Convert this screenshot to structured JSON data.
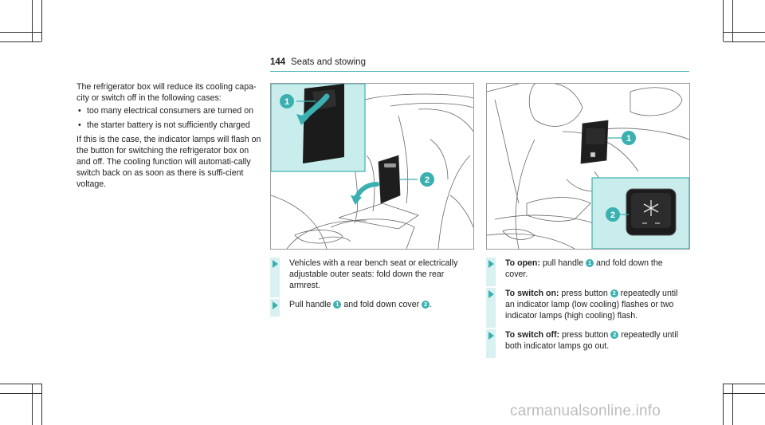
{
  "header": {
    "page_number": "144",
    "section_title": "Seats and stowing"
  },
  "intro": {
    "para1": "The refrigerator box will reduce its cooling capa-city or switch off in the following cases:",
    "bullets": [
      "too many electrical consumers are turned on",
      "the starter battery is not sufficiently charged"
    ],
    "para2": "If this is the case, the indicator lamps will flash on the button for switching the refrigerator box on and off. The cooling function will automati-cally switch back on as soon as there is suffi-cient voltage."
  },
  "figure1": {
    "callouts": [
      "1",
      "2"
    ]
  },
  "figure2": {
    "callouts": [
      "1",
      "2"
    ]
  },
  "steps_left": [
    {
      "text": "Vehicles with a rear bench seat or electrically adjustable outer seats: fold down the rear armrest."
    },
    {
      "pre": "Pull handle ",
      "ref1": "1",
      "mid": " and fold down cover ",
      "ref2": "2",
      "post": "."
    }
  ],
  "steps_right": [
    {
      "label": "To open:",
      "pre": " pull handle ",
      "ref": "1",
      "post": " and fold down the cover."
    },
    {
      "label": "To switch on:",
      "pre": " press button ",
      "ref": "2",
      "post": " repeatedly until an indicator lamp (low cooling) flashes or two indicator lamps (high cooling) flash."
    },
    {
      "label": "To switch off:",
      "pre": " press button ",
      "ref": "2",
      "post": " repeatedly until both indicator lamps go out."
    }
  ],
  "watermark": "carmanualsonline.info",
  "colors": {
    "accent": "#3bb0b0",
    "callout_bg": "#c9ecec",
    "rule": "#4db3b3"
  }
}
